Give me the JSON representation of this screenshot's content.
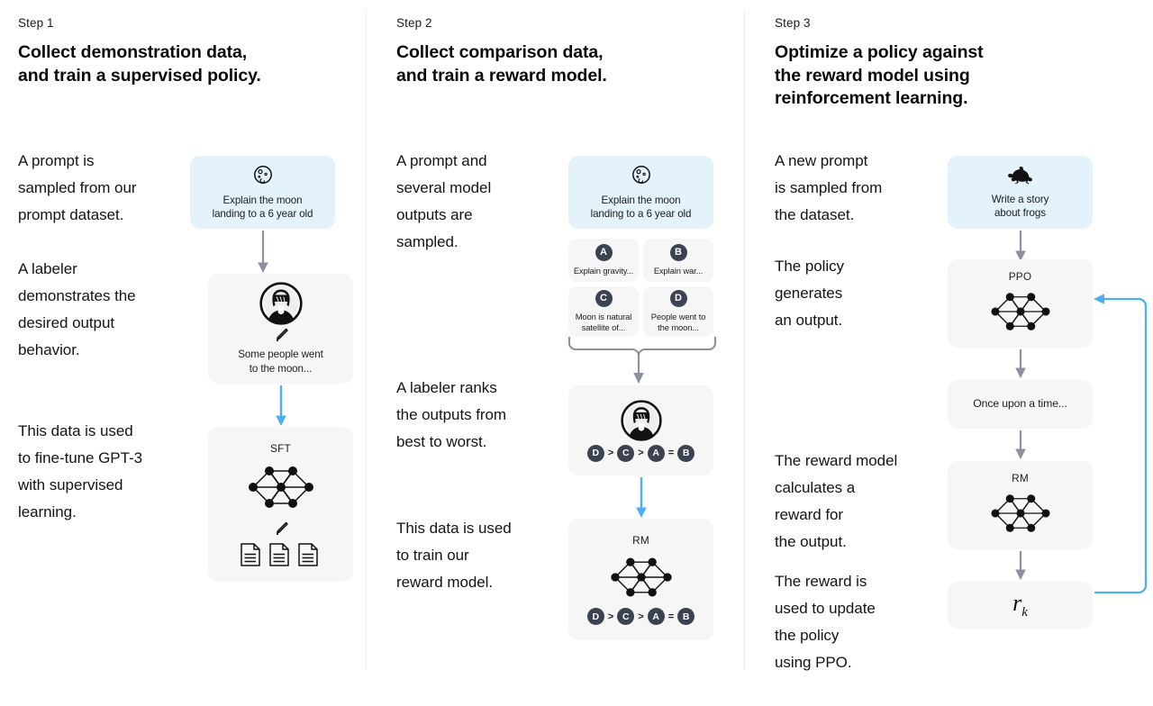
{
  "diagram": {
    "title": "InstructGPT RLHF three-step training diagram",
    "accent_blue": "#4DAFF0",
    "arrow_gray": "#8C90A0",
    "card_gray": "#F6F6F6",
    "card_blue": "#E3F2FB",
    "badge_dark": "#3B4252"
  },
  "columns": [
    {
      "step_label": "Step 1",
      "step_title": "Collect demonstration data,\nand train a supervised policy.",
      "body": [
        "A prompt is\nsampled from our\nprompt dataset.",
        "A labeler\ndemonstrates the\ndesired output\nbehavior.",
        "This data is used\nto fine-tune GPT-3\nwith supervised\nlearning."
      ],
      "cards": [
        {
          "name": "prompt-card",
          "icon": "moon-icon",
          "text": "Explain the moon\nlanding to a 6 year old",
          "style": "blue"
        },
        {
          "name": "labeler-card",
          "icon": "labeler-avatar-icon",
          "sub_icon": "pencil-icon",
          "text": "Some people went\nto the moon...",
          "style": "gray"
        },
        {
          "name": "sft-model-card",
          "title": "SFT",
          "icon": "neural-network-icon",
          "sub_icon": "pencil-icon",
          "extra_icon": "documents-icon",
          "style": "gray"
        }
      ]
    },
    {
      "step_label": "Step 2",
      "step_title": "Collect comparison data,\nand train a reward model.",
      "body": [
        "A prompt and\nseveral model\noutputs are\nsampled.",
        "A labeler ranks\nthe outputs from\nbest to worst.",
        "This data is used\nto train our\nreward model."
      ],
      "cards": [
        {
          "name": "prompt-card",
          "icon": "moon-icon",
          "text": "Explain the moon\nlanding to a 6 year old",
          "style": "blue"
        },
        {
          "name": "labeler-ranking-card",
          "icon": "labeler-avatar-icon",
          "style": "gray"
        },
        {
          "name": "reward-model-card",
          "title": "RM",
          "icon": "neural-network-icon",
          "style": "gray"
        }
      ],
      "options": [
        {
          "badge": "A",
          "text": "Explain gravity..."
        },
        {
          "badge": "B",
          "text": "Explain war..."
        },
        {
          "badge": "C",
          "text": "Moon is natural\nsatellite of..."
        },
        {
          "badge": "D",
          "text": "People went to\nthe moon..."
        }
      ],
      "ranking": [
        {
          "type": "badge",
          "value": "D"
        },
        {
          "type": "op",
          "value": ">"
        },
        {
          "type": "badge",
          "value": "C"
        },
        {
          "type": "op",
          "value": ">"
        },
        {
          "type": "badge",
          "value": "A"
        },
        {
          "type": "op",
          "value": "="
        },
        {
          "type": "badge",
          "value": "B"
        }
      ]
    },
    {
      "step_label": "Step 3",
      "step_title": "Optimize a policy against\nthe reward model using\nreinforcement learning.",
      "body": [
        "A new prompt\nis sampled from\nthe dataset.",
        "The policy\ngenerates\nan output.",
        "The reward model\ncalculates a\nreward for\nthe output.",
        "The reward is\nused to update\nthe policy\nusing PPO."
      ],
      "cards": [
        {
          "name": "prompt-card",
          "icon": "frog-icon",
          "text": "Write a story\nabout frogs",
          "style": "blue"
        },
        {
          "name": "ppo-policy-card",
          "title": "PPO",
          "icon": "neural-network-icon",
          "style": "gray"
        },
        {
          "name": "output-card",
          "text": "Once upon a time...",
          "style": "gray"
        },
        {
          "name": "reward-model-card",
          "title": "RM",
          "icon": "neural-network-icon",
          "style": "gray"
        },
        {
          "name": "reward-value-card",
          "value_main": "r",
          "value_sub": "k",
          "style": "gray"
        }
      ]
    }
  ]
}
